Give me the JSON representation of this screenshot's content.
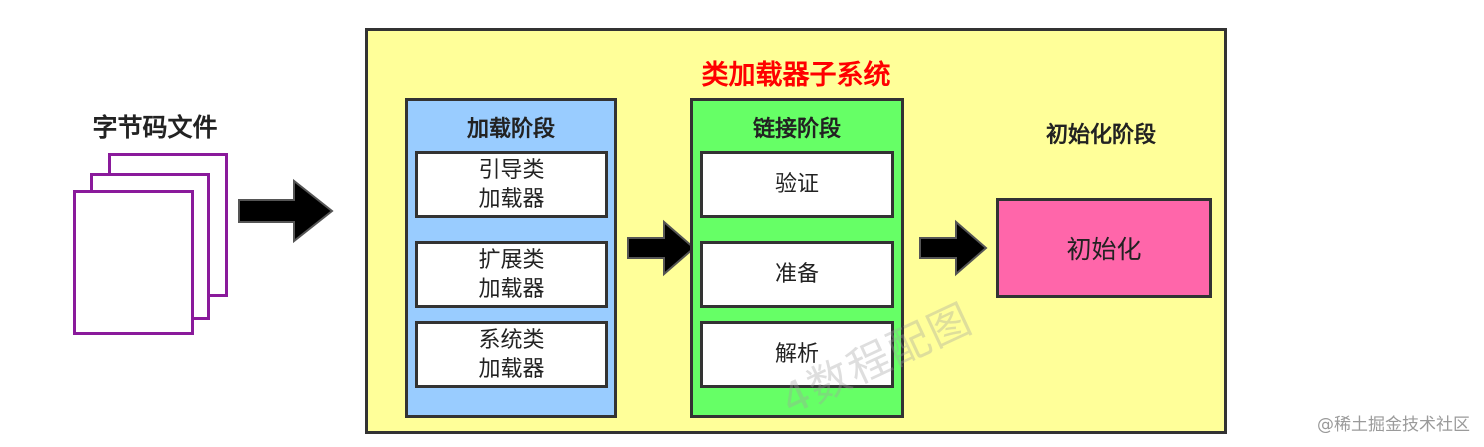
{
  "input": {
    "label": "字节码文件"
  },
  "system": {
    "title": "类加载器子系统",
    "loading": {
      "title": "加载阶段",
      "items": [
        {
          "line1": "引导类",
          "line2": "加载器"
        },
        {
          "line1": "扩展类",
          "line2": "加载器"
        },
        {
          "line1": "系统类",
          "line2": "加载器"
        }
      ]
    },
    "linking": {
      "title": "链接阶段",
      "items": [
        "验证",
        "准备",
        "解析"
      ]
    },
    "initialization": {
      "title": "初始化阶段",
      "item": "初始化"
    }
  },
  "watermark": "4数程配图",
  "credit": "@稀土掘金技术社区",
  "colors": {
    "system_bg": "#ffff99",
    "loading_bg": "#99ccff",
    "linking_bg": "#66ff66",
    "init_bg": "#ff66aa",
    "title_red": "#ff0000",
    "file_border": "#8a1a9b"
  }
}
